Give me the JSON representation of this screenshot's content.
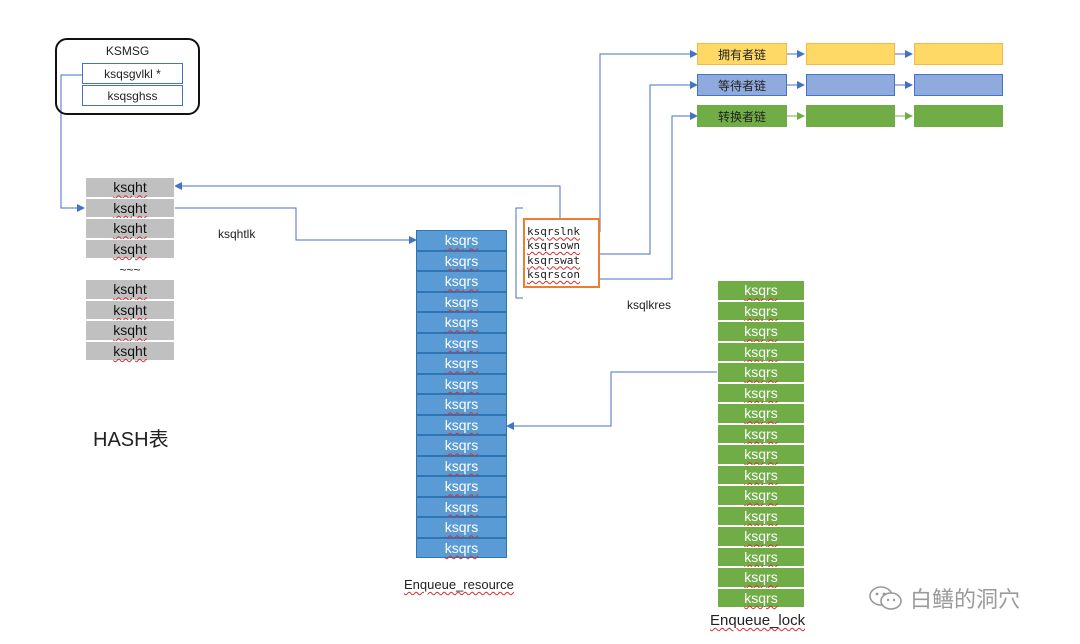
{
  "ksmsg": {
    "title": "KSMSG",
    "fields": [
      "ksqsgvlkl *",
      "ksqsghss"
    ]
  },
  "hash_table": {
    "top_cells": [
      "ksqht",
      "ksqht",
      "ksqht",
      "ksqht"
    ],
    "ellipsis": "~~~",
    "bottom_cells": [
      "ksqht",
      "ksqht",
      "ksqht",
      "ksqht"
    ],
    "label": "HASH表"
  },
  "link_label": "ksqhtlk",
  "resource_list": {
    "cells": [
      "ksqrs",
      "ksqrs",
      "ksqrs",
      "ksqrs",
      "ksqrs",
      "ksqrs",
      "ksqrs",
      "ksqrs",
      "ksqrs",
      "ksqrs",
      "ksqrs",
      "ksqrs",
      "ksqrs",
      "ksqrs",
      "ksqrs",
      "ksqrs"
    ],
    "label": "Enqueue_resource"
  },
  "ksqlkres": {
    "fields": [
      "ksqrslnk",
      "ksqrsown",
      "ksqrswat",
      "ksqrscon"
    ],
    "label": "ksqlkres"
  },
  "lock_list": {
    "cells": [
      "ksqrs",
      "ksqrs",
      "ksqrs",
      "ksqrs",
      "ksqrs",
      "ksqrs",
      "ksqrs",
      "ksqrs",
      "ksqrs",
      "ksqrs",
      "ksqrs",
      "ksqrs",
      "ksqrs",
      "ksqrs",
      "ksqrs",
      "ksqrs"
    ],
    "label": "Enqueue_lock"
  },
  "chains": [
    {
      "label": "拥有者链",
      "fill": "#ffd966",
      "stroke": "#f4b942"
    },
    {
      "label": "等待者链",
      "fill": "#8faadc",
      "stroke": "#4472c4"
    },
    {
      "label": "转换者链",
      "fill": "#70ad47",
      "stroke": "#70ad47"
    }
  ],
  "watermark": "白鳝的洞穴",
  "colors": {
    "arrow": "#4472c4",
    "ksqlkres_border": "#ed7d31",
    "ksmsg_field_border": "#4472c4"
  },
  "icons": [
    "wechat-icon"
  ]
}
